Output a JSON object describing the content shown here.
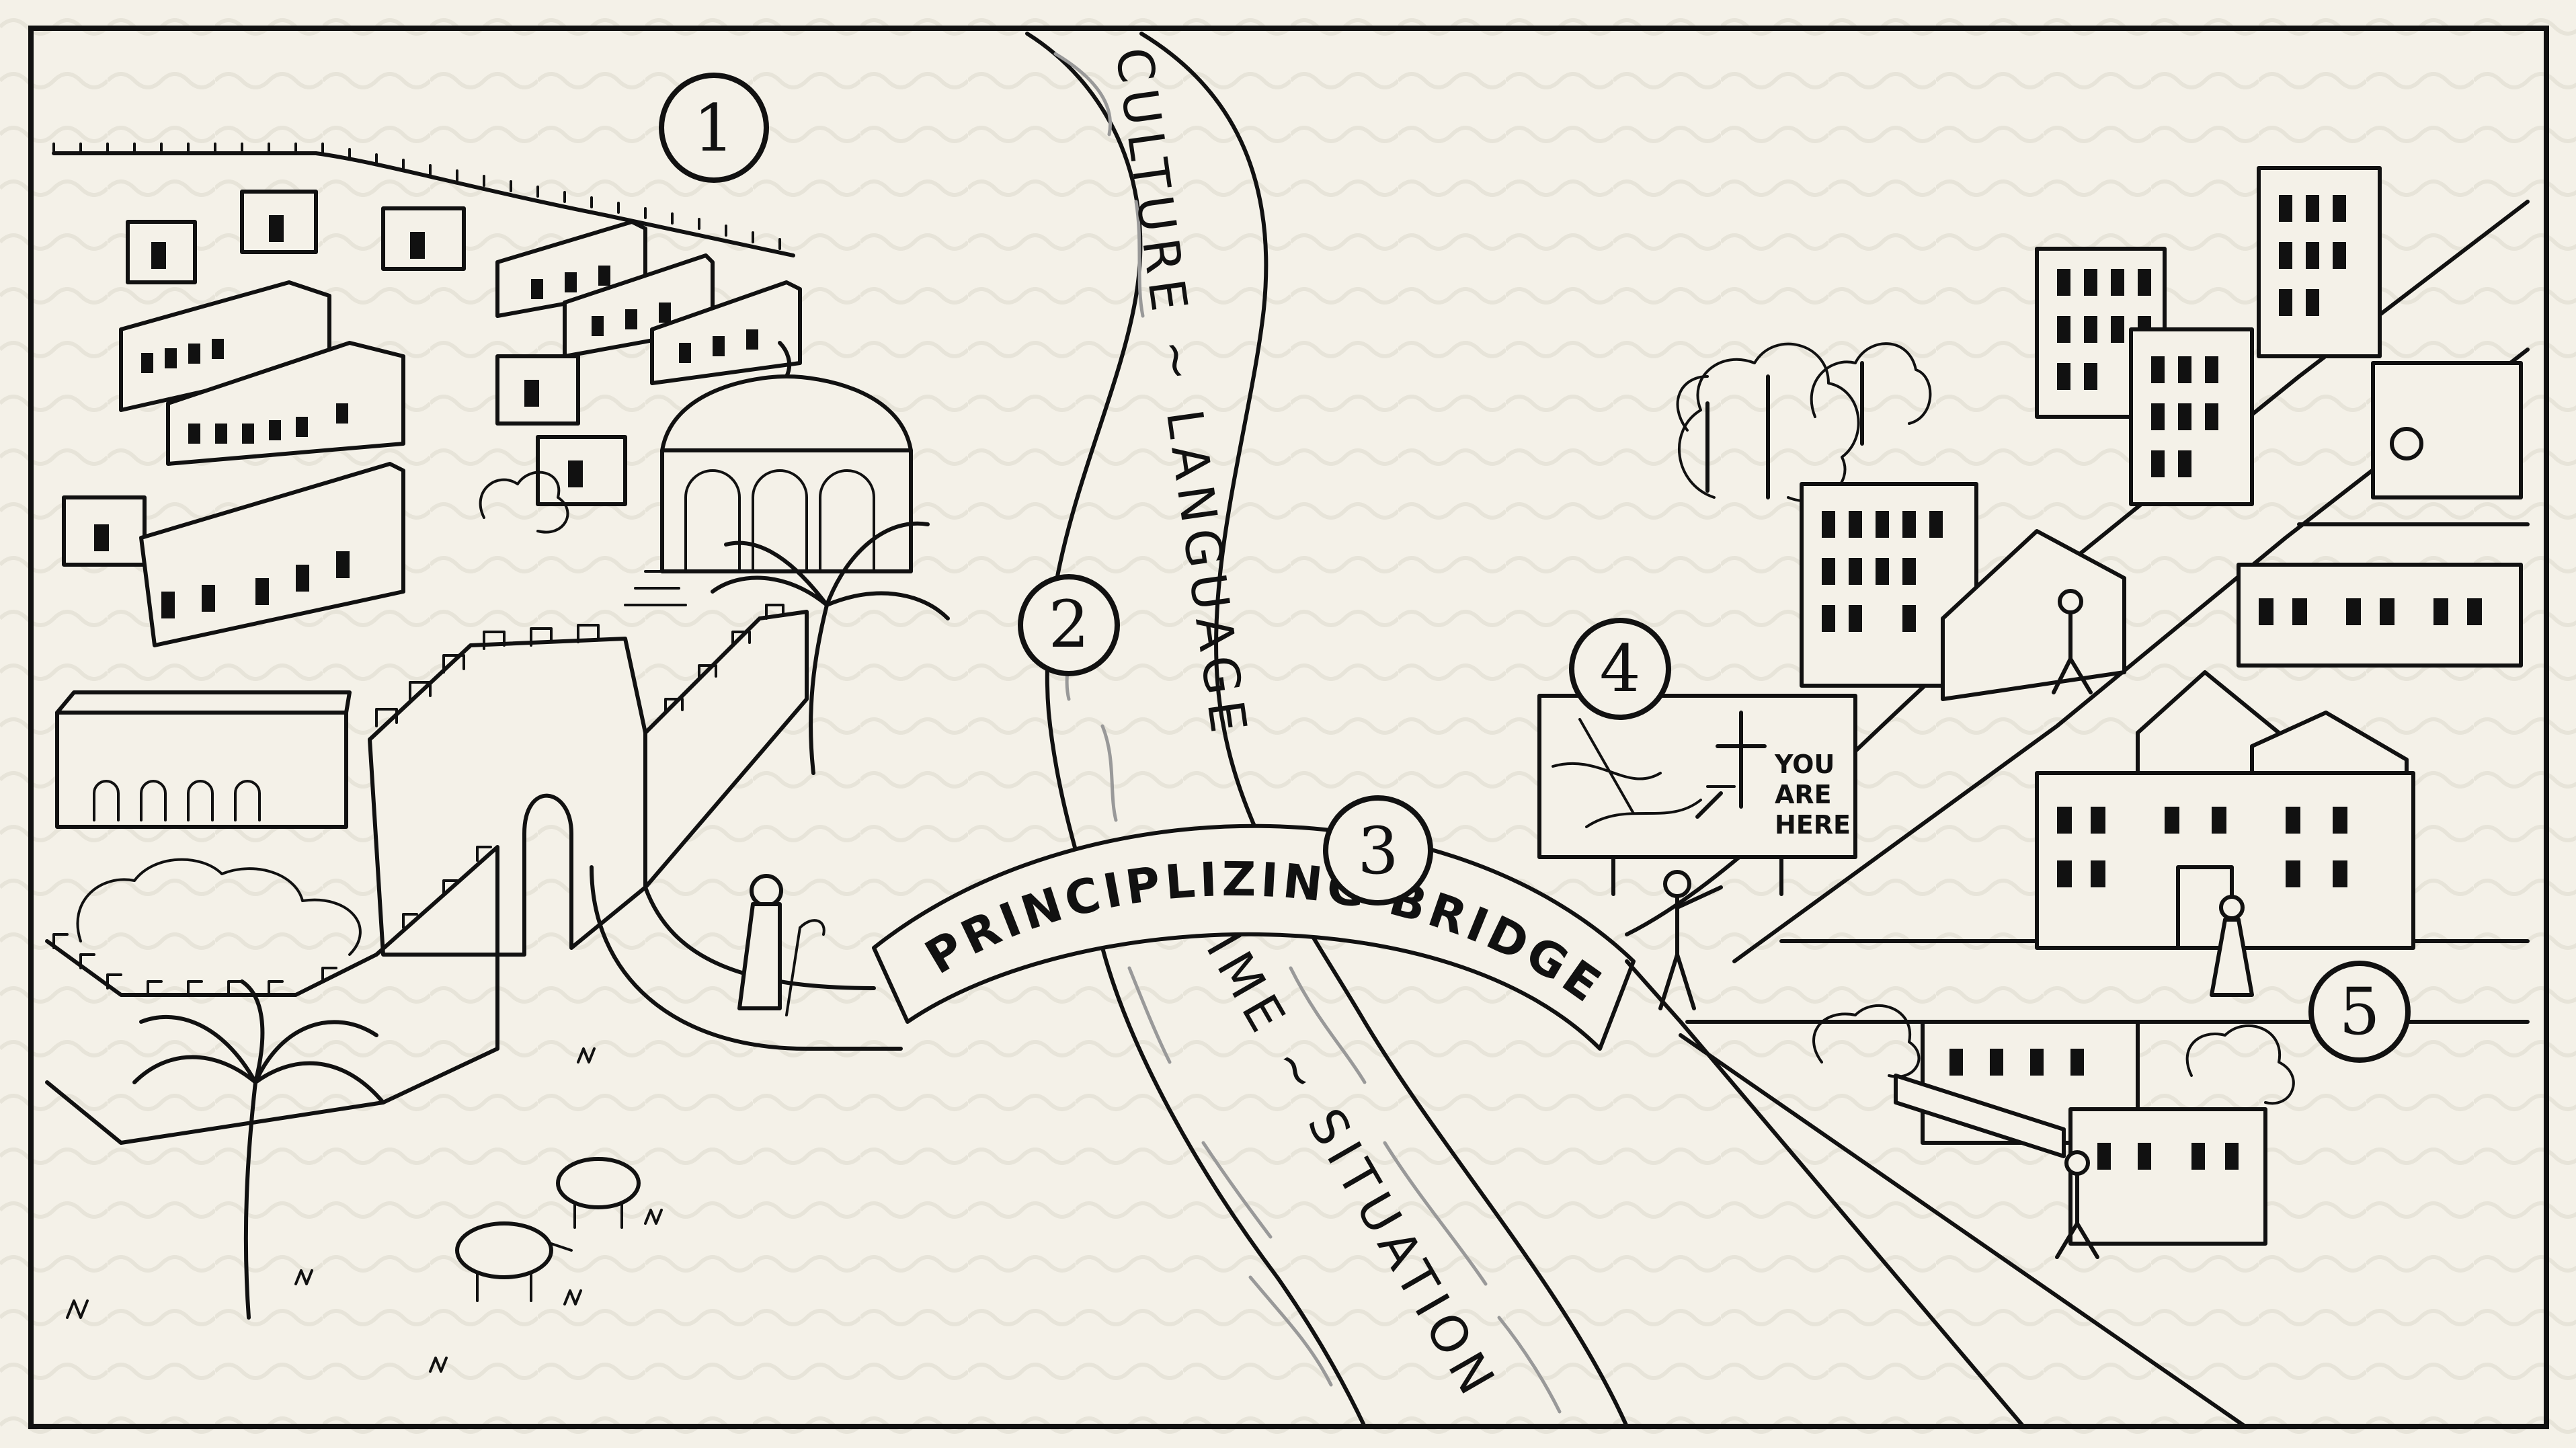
{
  "markers": {
    "m1": "1",
    "m2": "2",
    "m3": "3",
    "m4": "4",
    "m5": "5"
  },
  "river": {
    "label_upper_left": "CULTURE",
    "label_upper_sep": "~",
    "label_upper_right": "LANGUAGE",
    "label_lower_left": "TIME",
    "label_lower_sep": "~",
    "label_lower_right": "SITUATION"
  },
  "bridge": {
    "label": "PRINCIPLIZING BRIDGE"
  },
  "sign": {
    "line1": "YOU",
    "line2": "ARE",
    "line3": "HERE"
  },
  "colors": {
    "background": "#f4f1e8",
    "ink": "#111111",
    "water": "#999999"
  }
}
